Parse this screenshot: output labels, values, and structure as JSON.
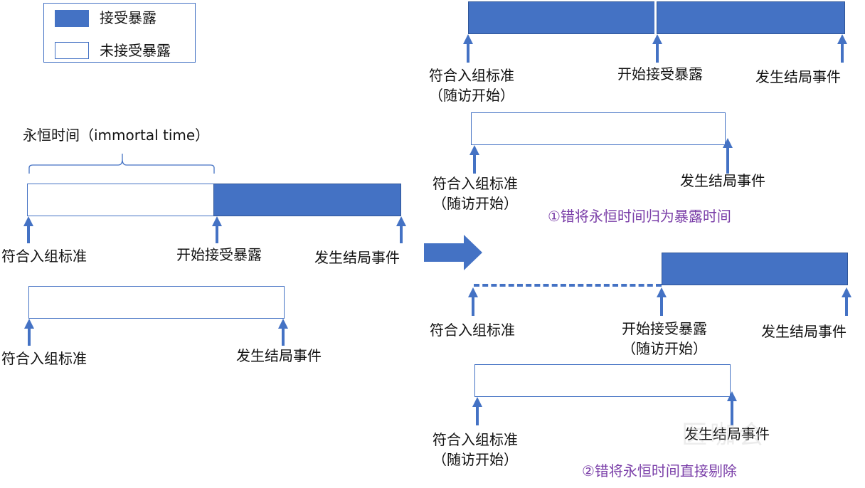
{
  "legend": {
    "items": [
      {
        "label": "接受暴露",
        "swatch": "filled",
        "color": "#4472c4"
      },
      {
        "label": "未接受暴露",
        "swatch": "empty",
        "color": "#ffffff"
      }
    ]
  },
  "left": {
    "brace_label": "永恒时间（immortal time）",
    "timeline1": {
      "labels": {
        "start": "符合入组标准",
        "exposure": "开始接受暴露",
        "outcome": "发生结局事件"
      }
    },
    "timeline2": {
      "labels": {
        "start": "符合入组标准",
        "outcome": "发生结局事件"
      }
    }
  },
  "right": {
    "error1": {
      "timeline_exposed": {
        "start_line1": "符合入组标准",
        "start_line2": "（随访开始）",
        "exposure": "开始接受暴露",
        "outcome": "发生结局事件"
      },
      "timeline_unexposed": {
        "start_line1": "符合入组标准",
        "start_line2": "（随访开始）",
        "outcome": "发生结局事件"
      },
      "caption": "①错将永恒时间归为暴露时间"
    },
    "error2": {
      "timeline_exposed": {
        "start": "符合入组标准",
        "exposure_line1": "开始接受暴露",
        "exposure_line2": "（随访开始）",
        "outcome": "发生结局事件"
      },
      "timeline_unexposed": {
        "start_line1": "符合入组标准",
        "start_line2": "（随访开始）",
        "outcome": "发生结局事件"
      },
      "caption": "②错将永恒时间直接剔除"
    }
  },
  "watermark": "医咖会",
  "colors": {
    "accent": "#4472c4",
    "caption": "#7a3ea8"
  }
}
